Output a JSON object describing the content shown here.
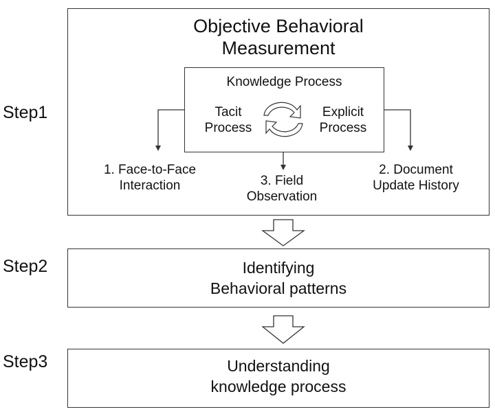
{
  "step1": {
    "label": "Step1",
    "title_line1": "Objective Behavioral",
    "title_line2": "Measurement",
    "knowledge_process": {
      "title": "Knowledge Process",
      "tacit_line1": "Tacit",
      "tacit_line2": "Process",
      "explicit_line1": "Explicit",
      "explicit_line2": "Process"
    },
    "method1_line1": "1. Face-to-Face",
    "method1_line2": "Interaction",
    "method2_line1": "2. Document",
    "method2_line2": "Update History",
    "method3_line1": "3. Field",
    "method3_line2": "Observation"
  },
  "step2": {
    "label": "Step2",
    "line1": "Identifying",
    "line2": "Behavioral patterns"
  },
  "step3": {
    "label": "Step3",
    "line1": "Understanding",
    "line2": "knowledge process"
  }
}
